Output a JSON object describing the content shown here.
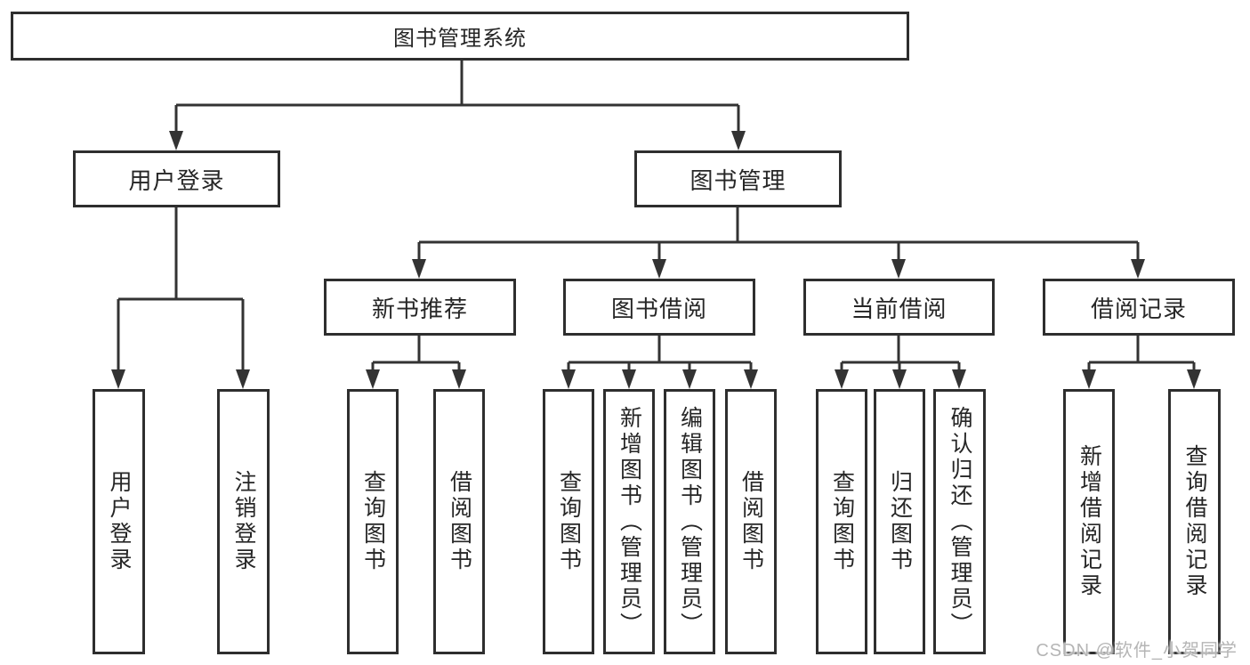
{
  "root": {
    "label": "图书管理系统"
  },
  "branches": {
    "user": {
      "label": "用户登录",
      "leaves": [
        "用户登录",
        "注销登录"
      ]
    },
    "book": {
      "label": "图书管理"
    }
  },
  "modules": [
    {
      "label": "新书推荐",
      "leaves": [
        "查询图书",
        "借阅图书"
      ]
    },
    {
      "label": "图书借阅",
      "leaves": [
        "查询图书",
        "新增图书（管理员）",
        "编辑图书（管理员）",
        "借阅图书"
      ]
    },
    {
      "label": "当前借阅",
      "leaves": [
        "查询图书",
        "归还图书",
        "确认归还（管理员）"
      ]
    },
    {
      "label": "借阅记录",
      "leaves": [
        "新增借阅记录",
        "查询借阅记录"
      ]
    }
  ],
  "watermark": {
    "text": "CSDN @软件_小贺同学"
  },
  "colors": {
    "line": "#333333",
    "box_border": "#2e2e2e",
    "text": "#262626",
    "watermark": "#b5b5b5",
    "background": "#ffffff"
  }
}
